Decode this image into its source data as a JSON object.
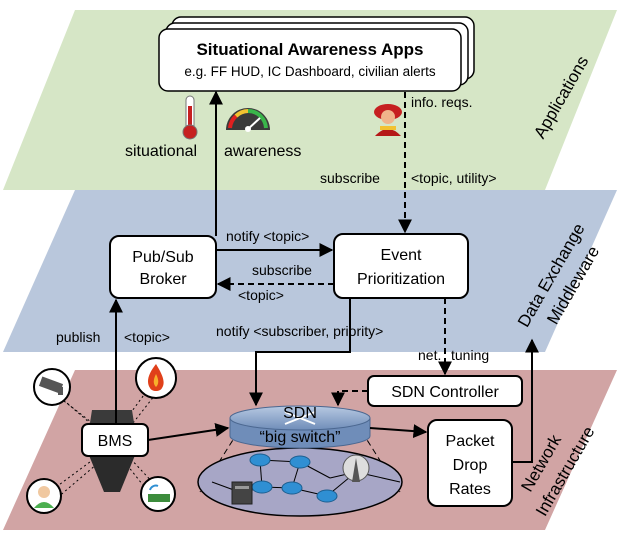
{
  "applications": {
    "layer_label": "Applications",
    "apps_title": "Situational Awareness Apps",
    "apps_subtitle": "e.g. FF HUD, IC Dashboard, civilian alerts",
    "situational_label": "situational",
    "awareness_label": "awareness",
    "info_reqs_label": "info. reqs."
  },
  "middleware": {
    "layer_label_line1": "Data Exchange",
    "layer_label_line2": "Middleware",
    "subscribe_label": "subscribe",
    "subscribe_topic_label": "<topic, utility>",
    "pubsub_line1": "Pub/Sub",
    "pubsub_line2": "Broker",
    "event_line1": "Event",
    "event_line2": "Prioritization",
    "notify_topic_label": "notify <topic>",
    "subscribe_inner_label": "subscribe",
    "topic_inner_label": "<topic>",
    "publish_label": "publish",
    "publish_topic_label": "<topic>",
    "notify_subscriber_label": "notify <subscriber, priority>"
  },
  "network": {
    "layer_label_line1": "Network",
    "layer_label_line2": "Infrastructure",
    "net_label": "net.",
    "tuning_label": "tuning",
    "sdn_controller_label": "SDN Controller",
    "sdn_label": "SDN",
    "big_switch_label": "“big switch”",
    "bms_label": "BMS",
    "packet_line1": "Packet",
    "packet_line2": "Drop",
    "packet_line3": "Rates"
  },
  "colors": {
    "applications_layer": "#d6e6c6",
    "middleware_layer": "#b9c7dc",
    "network_layer": "#d1a4a4",
    "sdn_switch": "#8aa6cc",
    "network_graph": "#a7a6c6"
  },
  "icons": [
    "thermometer-icon",
    "gauge-icon",
    "firefighter-icon",
    "camera-icon",
    "fire-icon",
    "person-icon",
    "sensor-icon",
    "router-icon",
    "cell-tower-icon",
    "server-icon",
    "building-icon"
  ]
}
